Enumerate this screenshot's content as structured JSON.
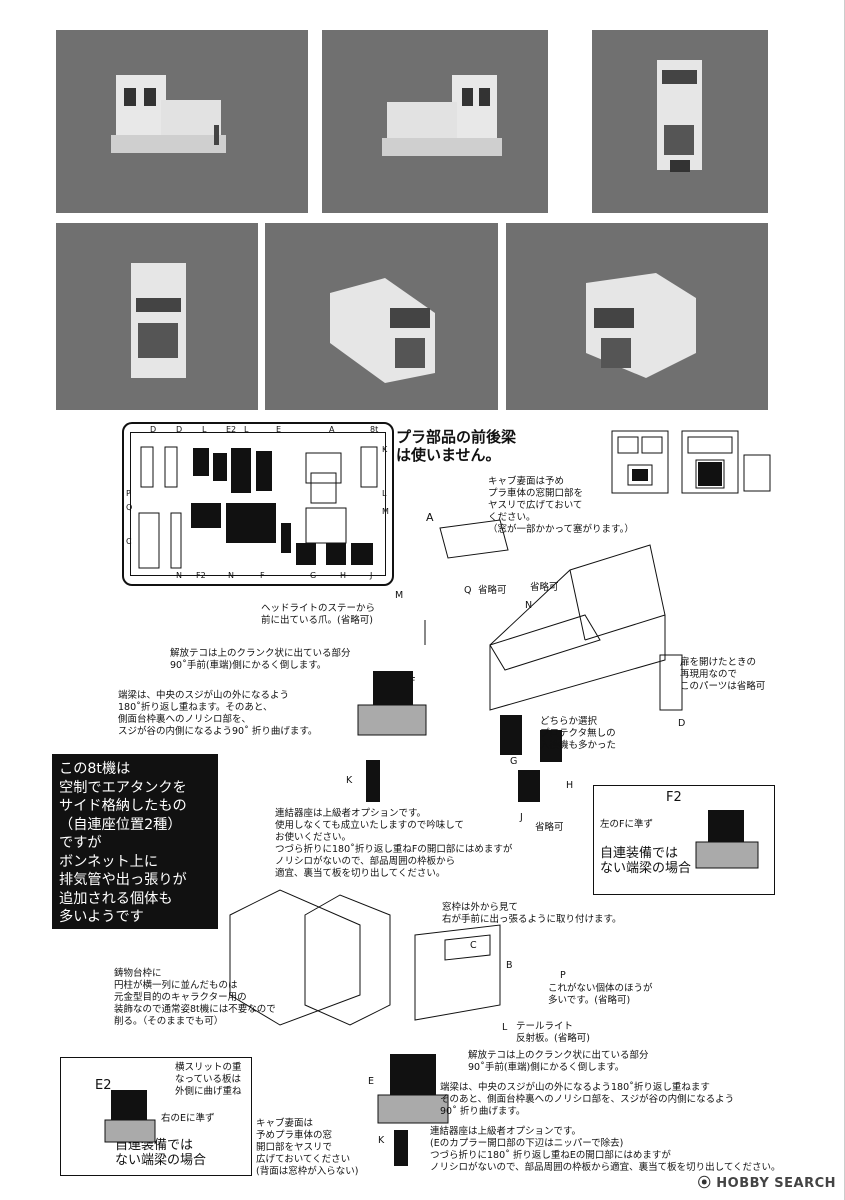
{
  "photos": [
    {
      "id": "p1"
    },
    {
      "id": "p2"
    },
    {
      "id": "p3"
    },
    {
      "id": "p4"
    },
    {
      "id": "p5"
    },
    {
      "id": "p6"
    }
  ],
  "sheet_labels": {
    "top": [
      "D",
      "D",
      "L",
      "E2",
      "L",
      "E",
      "A",
      "8t"
    ],
    "bottom": [
      "N",
      "F2",
      "N",
      "F",
      "G",
      "H",
      "J"
    ],
    "left": [
      "P",
      "Q",
      "C"
    ],
    "right": [
      "K",
      "L",
      "M"
    ]
  },
  "note_plastic": "プラ部品の前後梁\nは使いません。",
  "callouts": {
    "cab_window": "キャブ妻面は予め\nプラ車体の窓開口部を\nヤスリで広げておいて\nください。\n（窓が一部かかって塞がります。）",
    "part_a": "A",
    "omit_q": "省略可",
    "omit_n": "省略可",
    "lbl_q": "Q",
    "lbl_n": "N",
    "lbl_m": "M",
    "headlight": "ヘッドライトのステーから\n前に出ている爪。(省略可)",
    "release_lever": "解放テコは上のクランク状に出ている部分\n90˚手前(車端)側にかるく倒します。",
    "end_beam": "端梁は、中央のスジが山の外になるよう\n180˚折り返し重ねます。そのあと、\n側面台枠裏へのノリシロ部を、\nスジが谷の内側になるよう90˚ 折り曲げます。",
    "lbl_f": "F",
    "lbl_k": "K",
    "door": "扉を開けたときの\n再現用なので\nこのパーツは省略可",
    "lbl_d": "D",
    "choose": "どちらか選択\nプロテクタ無しの\n入換機も多かった",
    "lbl_g": "G",
    "lbl_h": "H",
    "lbl_j": "J",
    "omit_j": "省略可",
    "coupler": "連結器座は上級者オプションです。\n使用しなくても成立いたしますので吟味して\nお使いください。\nつづら折りに180˚折り返し重ねFの開口部にはめますが\nノリシロがないので、部品周囲の枠板から\n適宜、裏当て板を切り出してください。",
    "window_frame": "窓枠は外から見て\n右が手前に出っ張るように取り付けます。",
    "lbl_c": "C",
    "lbl_b": "B",
    "lbl_p": "P",
    "no_light": "これがない個体のほうが\n多いです。(省略可)",
    "cast_frame": "鋳物台枠に\n円柱が横一列に並んだものは\n元金型目的のキャラクター用の\n装飾なので通常姿8t機には不要なので\n削る。（そのままでも可）",
    "lbl_l": "L",
    "tail_light": "テールライト\n反射板。(省略可)",
    "release_lever2": "解放テコは上のクランク状に出ている部分\n90˚手前(車端)側にかるく倒します。",
    "end_beam2": "端梁は、中央のスジが山の外になるよう180˚折り返し重ねます\nそのあと、側面台枠裏へのノリシロ部を、スジが谷の内側になるよう\n90˚ 折り曲げます。",
    "lbl_e": "E",
    "lbl_k2": "K",
    "coupler2": "連結器座は上級者オプションです。\n(Eのカプラー開口部の下辺はニッパーで除去)\nつづら折りに180˚ 折り返し重ねEの開口部にはめますが\nノリシロがないので、部品周囲の枠板から適宜、裏当て板を切り出してください。",
    "cab_window2": "キャブ妻面は\n予めプラ車体の窓\n開口部をヤスリで\n広げておいてください\n(背面は窓枠が入らない)"
  },
  "black_box": "この8t機は\n空制でエアタンクを\nサイド格納したもの\n（自連座位置2種）\nですが\nボンネット上に\n排気管や出っ張りが\n追加される個体も\n多いようです",
  "box_f2": {
    "label": "F2",
    "note": "左のFに準ず",
    "title": "自連装備では\nない端梁の場合"
  },
  "box_e2": {
    "label": "E2",
    "slit": "横スリットの重\nなっている板は\n外側に曲げ重ね",
    "note": "右のEに準ず",
    "title": "自連装備では\nない端梁の場合"
  },
  "watermark": {
    "brand": "HOBBY SEARCH"
  }
}
